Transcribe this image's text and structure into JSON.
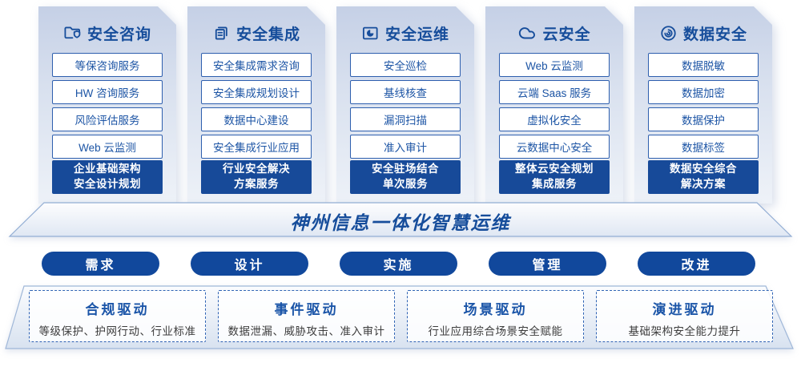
{
  "theme": {
    "primary_dark_blue": "#164D9B",
    "highlight_box_blue": "#174A99",
    "pill_blue": "#11489C",
    "item_border_blue": "#2E5FAE",
    "item_text_blue": "#1D55A5",
    "card_gradient_top": "#C5D0E6",
    "card_gradient_bottom": "#EEF2F8",
    "dashed_border_blue": "#2F63B4",
    "driver_desc_gray": "#3D3D3D"
  },
  "columns": [
    {
      "title": "安全咨询",
      "icon": "folder-shield-icon",
      "items": [
        "等保咨询服务",
        "HW 咨询服务",
        "风险评估服务",
        "Web 云监测"
      ],
      "highlight_line1": "企业基础架构",
      "highlight_line2": "安全设计规划"
    },
    {
      "title": "安全集成",
      "icon": "copy-documents-icon",
      "items": [
        "安全集成需求咨询",
        "安全集成规划设计",
        "数据中心建设",
        "安全集成行业应用"
      ],
      "highlight_line1": "行业安全解决",
      "highlight_line2": "方案服务"
    },
    {
      "title": "安全运维",
      "icon": "pie-folder-icon",
      "items": [
        "安全巡检",
        "基线核查",
        "漏洞扫描",
        "准入审计"
      ],
      "highlight_line1": "安全驻场结合",
      "highlight_line2": "单次服务"
    },
    {
      "title": "云安全",
      "icon": "cloud-icon",
      "items": [
        "Web 云监测",
        "云端 Saas 服务",
        "虚拟化安全",
        "云数据中心安全"
      ],
      "highlight_line1": "整体云安全规划",
      "highlight_line2": "集成服务"
    },
    {
      "title": "数据安全",
      "icon": "fingerprint-icon",
      "items": [
        "数据脱敏",
        "数据加密",
        "数据保护",
        "数据标签"
      ],
      "highlight_line1": "数据安全综合",
      "highlight_line2": "解决方案"
    }
  ],
  "banner": {
    "title": "神州信息一体化智慧运维"
  },
  "process_pills": [
    "需求",
    "设计",
    "实施",
    "管理",
    "改进"
  ],
  "drivers": [
    {
      "title": "合规驱动",
      "desc": "等级保护、护网行动、行业标准"
    },
    {
      "title": "事件驱动",
      "desc": "数据泄漏、威胁攻击、准入审计"
    },
    {
      "title": "场景驱动",
      "desc": "行业应用综合场景安全赋能"
    },
    {
      "title": "演进驱动",
      "desc": "基础架构安全能力提升"
    }
  ]
}
